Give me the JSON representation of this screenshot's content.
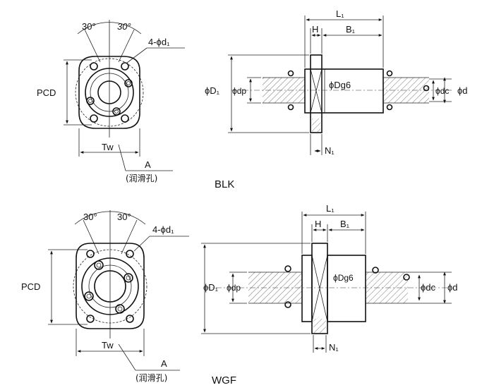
{
  "labels": {
    "angle_left": "30°",
    "angle_right": "30°",
    "holes": "4-ϕd₁",
    "pcd": "PCD",
    "tw": "Tw",
    "a": "A",
    "lube_hole": "(润滑孔)",
    "l1": "L₁",
    "h": "H",
    "b1": "B₁",
    "d1": "ϕD₁",
    "dp": "ϕdp",
    "dg6": "ϕDg6",
    "dc": "ϕdc",
    "d": "ϕd",
    "n1": "N₁"
  },
  "models": {
    "top": "BLK",
    "bottom": "WGF"
  }
}
